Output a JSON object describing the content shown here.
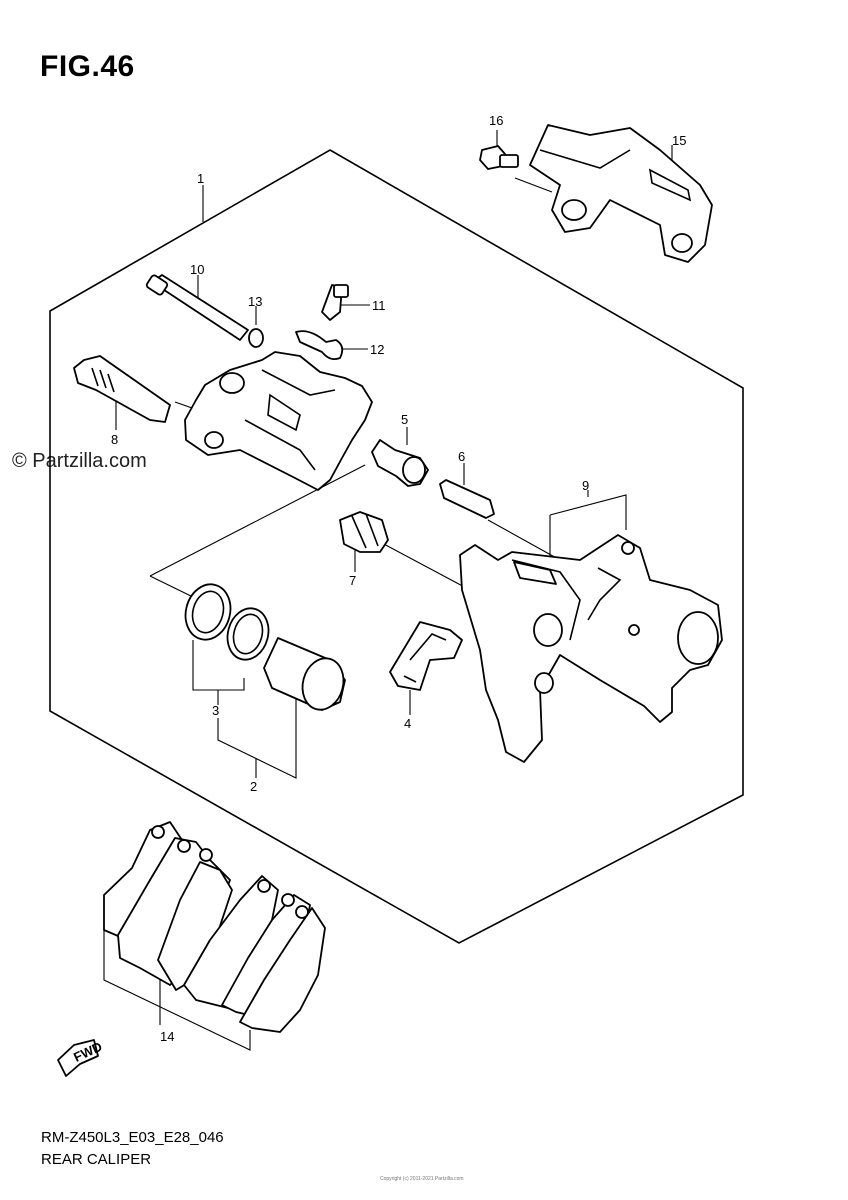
{
  "figure": {
    "title": "FIG.46"
  },
  "watermark": "© Partzilla.com",
  "callouts": [
    "1",
    "2",
    "3",
    "4",
    "5",
    "6",
    "7",
    "8",
    "9",
    "10",
    "11",
    "12",
    "13",
    "14",
    "15",
    "16"
  ],
  "fwd_label": "FWD",
  "footer": {
    "code": "RM-Z450L3_E03_E28_046",
    "title": "REAR CALIPER",
    "small_print": "Copyright (c) 2011-2021 Partzilla.com"
  }
}
